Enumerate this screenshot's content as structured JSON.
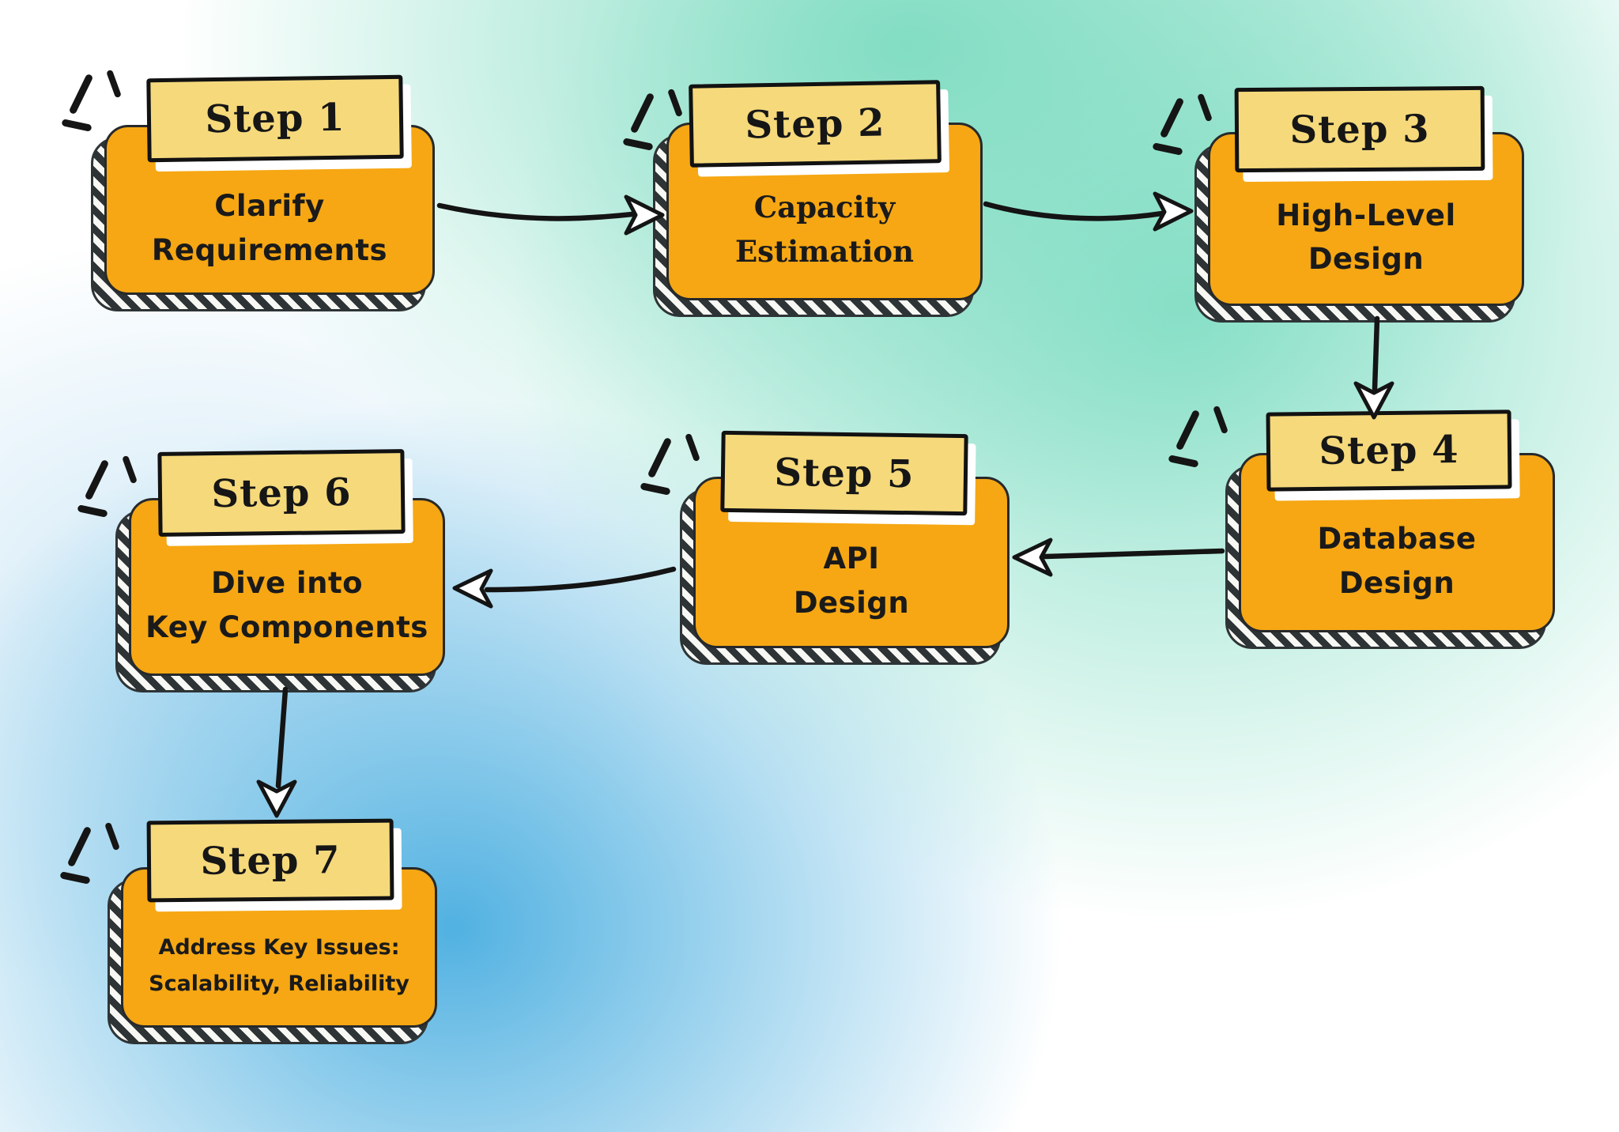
{
  "figure": {
    "type": "flowchart",
    "description": "Seven-step system design process, hand-drawn style orange cards with yellow step banners"
  },
  "colors": {
    "box_fill": "#F6A713",
    "banner_fill": "#F5D97B",
    "outline": "#141414",
    "shadow_hatch": "#2E3436",
    "bg_teal": "#82DCC2",
    "bg_blue": "#4AAEE0",
    "text": "#1A1A1A"
  },
  "steps": [
    {
      "label": "Step 1",
      "lines": [
        "Clarify",
        "Requirements"
      ]
    },
    {
      "label": "Step 2",
      "lines": [
        "Capacity",
        "Estimation"
      ]
    },
    {
      "label": "Step 3",
      "lines": [
        "High-Level",
        "Design"
      ]
    },
    {
      "label": "Step 4",
      "lines": [
        "Database",
        "Design"
      ]
    },
    {
      "label": "Step 5",
      "lines": [
        "API",
        "Design"
      ]
    },
    {
      "label": "Step 6",
      "lines": [
        "Dive into",
        "Key Components"
      ]
    },
    {
      "label": "Step 7",
      "lines": [
        "Address Key Issues:",
        "Scalability, Reliability"
      ]
    }
  ],
  "connections": [
    {
      "from": "Step 1",
      "to": "Step 2"
    },
    {
      "from": "Step 2",
      "to": "Step 3"
    },
    {
      "from": "Step 3",
      "to": "Step 4"
    },
    {
      "from": "Step 4",
      "to": "Step 5"
    },
    {
      "from": "Step 5",
      "to": "Step 6"
    },
    {
      "from": "Step 6",
      "to": "Step 7"
    }
  ]
}
